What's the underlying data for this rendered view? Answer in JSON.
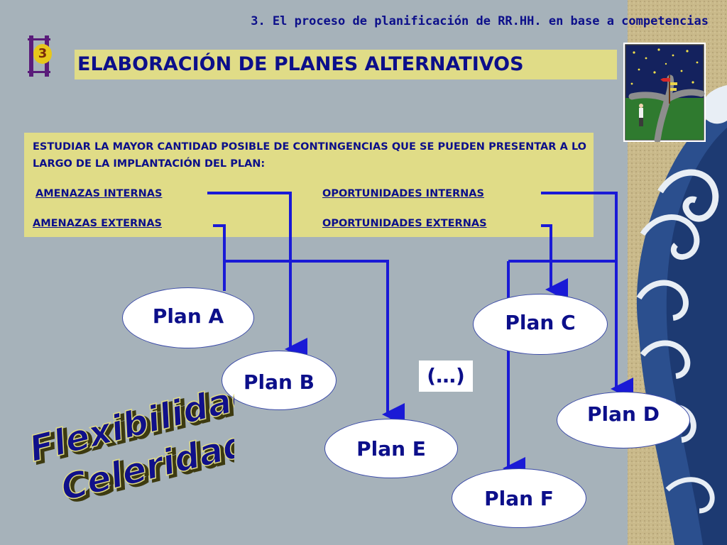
{
  "header": {
    "title": "3. El proceso de planificación de RR.HH. en base a competencias"
  },
  "badge": {
    "number": "3"
  },
  "section": {
    "title": "ELABORACIÓN DE PLANES ALTERNATIVOS"
  },
  "info": {
    "text": "ESTUDIAR LA MAYOR CANTIDAD POSIBLE DE CONTINGENCIAS QUE SE PUEDEN PRESENTAR A LO LARGO DE LA IMPLANTACIÓN DEL PLAN:",
    "threats_internal": "AMENAZAS INTERNAS",
    "threats_external": " AMENAZAS EXTERNAS",
    "opportunities_internal": "OPORTUNIDADES INTERNAS",
    "opportunities_external": "OPORTUNIDADES EXTERNAS"
  },
  "plans": {
    "a": "Plan A",
    "b": "Plan B",
    "c": "Plan C",
    "d": "Plan D",
    "e": "Plan E",
    "f": "Plan F",
    "more": "(…)"
  },
  "words": {
    "line1": "Flexibilidad",
    "line2": "Celeridad"
  },
  "colors": {
    "background": "#a6b2ba",
    "box": "#e0dc87",
    "text": "#0c0f8a",
    "connector": "#1a1ad6",
    "badge": "#e7c71b"
  }
}
